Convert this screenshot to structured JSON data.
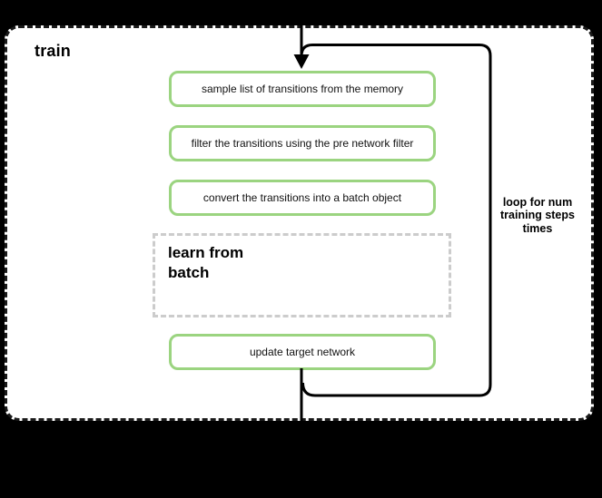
{
  "frame": {
    "label": "train"
  },
  "flow": {
    "steps": [
      {
        "label": "sample list of transitions from the memory"
      },
      {
        "label": "filter the transitions using the pre network filter"
      },
      {
        "label": "convert the transitions into a batch object"
      }
    ],
    "group": {
      "label": "learn from batch"
    },
    "final_step": {
      "label": "update target network"
    },
    "loop_label": "loop for num training steps times"
  },
  "colors": {
    "canvas_bg": "#000000",
    "frame_bg": "#ffffff",
    "frame_border": "#1a1a1a",
    "step_border": "#9bd480",
    "group_border": "#cccccc",
    "line": "#000000"
  }
}
